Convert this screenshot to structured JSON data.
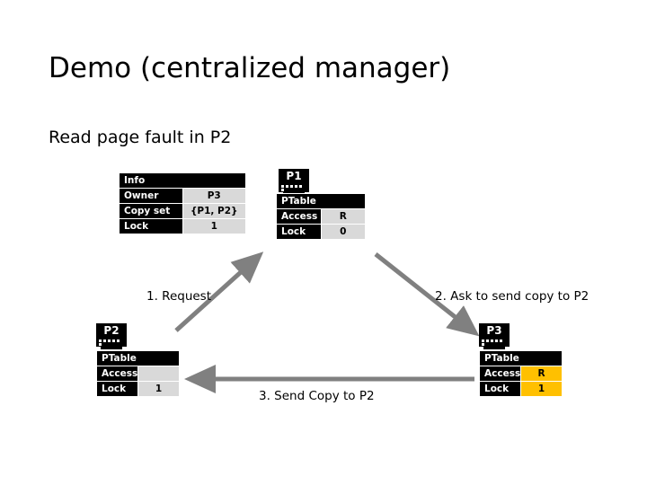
{
  "slide": {
    "title": "Demo (centralized manager)",
    "subtitle": "Read page fault in P2"
  },
  "nodes": {
    "p1": {
      "label": "P1"
    },
    "p2": {
      "label": "P2"
    },
    "p3": {
      "label": "P3"
    }
  },
  "manager_table": {
    "header": "Info",
    "rows": [
      {
        "label": "Owner",
        "value": "P3"
      },
      {
        "label": "Copy set",
        "value": "{P1, P2}"
      },
      {
        "label": "Lock",
        "value": "1"
      }
    ]
  },
  "p1_table": {
    "header": "PTable",
    "rows": [
      {
        "label": "Access",
        "value": "R"
      },
      {
        "label": "Lock",
        "value": "0"
      }
    ]
  },
  "p2_table": {
    "header": "PTable",
    "rows": [
      {
        "label": "Access",
        "value": ""
      },
      {
        "label": "Lock",
        "value": "1"
      }
    ]
  },
  "p3_table": {
    "header": "PTable",
    "rows": [
      {
        "label": "Access",
        "value": "R"
      },
      {
        "label": "Lock",
        "value": "1"
      }
    ]
  },
  "arrows": {
    "step1": "1. Request",
    "step2": "2. Ask to send copy to P2",
    "step3": "3. Send Copy to P2"
  },
  "colors": {
    "header_bg": "#000000",
    "cell_bg": "#d9d9d9",
    "highlight_bg": "#ffc000",
    "arrow": "#808080",
    "text": "#000000"
  }
}
